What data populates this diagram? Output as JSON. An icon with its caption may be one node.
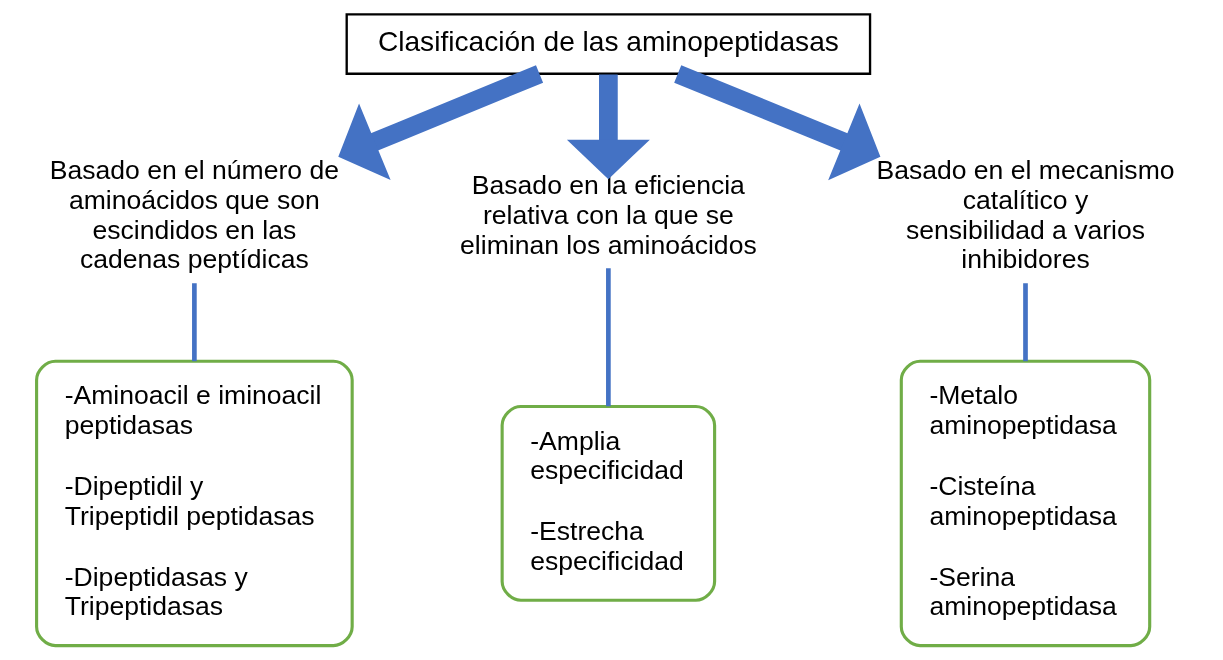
{
  "diagram": {
    "nodes": [
      {
        "text": [
          "Clasificación de las aminopeptidasas"
        ]
      },
      {
        "text": [
          "Basado en el número de aminoácidos que son escindidos en las cadenas peptídicas"
        ]
      },
      {
        "text": [
          "Basado en la eficiencia relativa con la que se eliminan los aminoácidos"
        ]
      },
      {
        "text": [
          "Basado en el mecanismo catalítico y sensibilidad a varios inhibidores"
        ]
      },
      {
        "text": [
          "-Aminoacil e iminoacil peptidasas",
          "-Dipeptidil y Tripeptidil peptidasas",
          "-Dipeptidasas y Tripeptidasas"
        ]
      },
      {
        "text": [
          "-Amplia especificidad",
          "-Estrecha especificidad"
        ]
      },
      {
        "text": [
          "-Metalo aminopeptidasa",
          "-Cisteína aminopeptidasa",
          "-Serina aminopeptidasa"
        ]
      }
    ],
    "edges": [
      {
        "from": 0,
        "to": 1,
        "arrow": "to",
        "style": "thick"
      },
      {
        "from": 0,
        "to": 2,
        "arrow": "to",
        "style": "thick"
      },
      {
        "from": 0,
        "to": 3,
        "arrow": "to",
        "style": "thick"
      },
      {
        "from": 1,
        "to": 4,
        "arrow": "none"
      },
      {
        "from": 2,
        "to": 5,
        "arrow": "none"
      },
      {
        "from": 3,
        "to": 6,
        "arrow": "none"
      }
    ]
  }
}
